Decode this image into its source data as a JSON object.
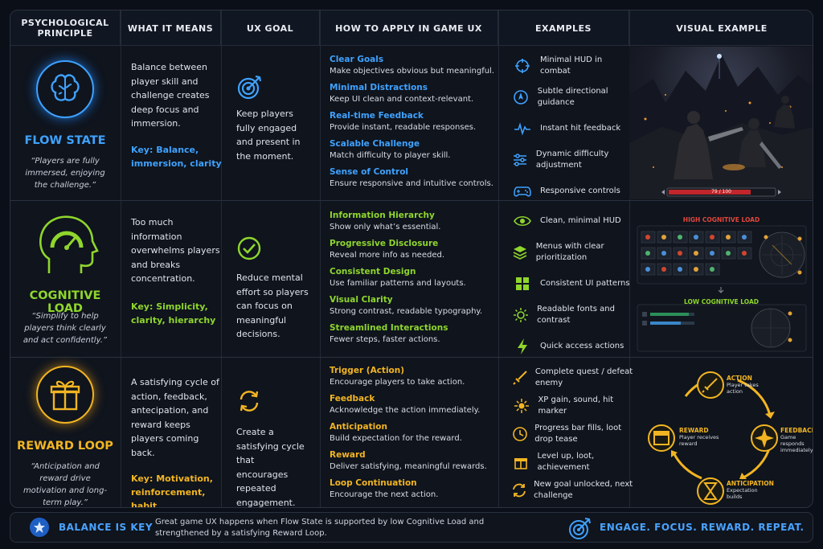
{
  "headers": [
    "PSYCHOLOGICAL\nPRINCIPLE",
    "WHAT IT MEANS",
    "UX GOAL",
    "HOW TO APPLY IN GAME UX",
    "EXAMPLES",
    "VISUAL EXAMPLE"
  ],
  "colors": {
    "blue": "#3fa2ff",
    "green": "#8fd62c",
    "gold": "#f2b522",
    "background": "#0b0f17"
  },
  "rows": [
    {
      "name": "FLOW STATE",
      "icon": "brain-icon",
      "quote": "“Players are fully immersed, enjoying the challenge.”",
      "meaning": "Balance between player skill and challenge creates deep focus and immersion.",
      "key": "Key: Balance, immersion, clarity",
      "goal_icon": "target-icon",
      "goal": "Keep players fully engaged and present in the moment.",
      "apply": [
        {
          "title": "Clear Goals",
          "desc": "Make objectives obvious but meaningful."
        },
        {
          "title": "Minimal Distractions",
          "desc": "Keep UI clean and context-relevant."
        },
        {
          "title": "Real-time Feedback",
          "desc": "Provide instant, readable responses."
        },
        {
          "title": "Scalable Challenge",
          "desc": "Match difficulty to player skill."
        },
        {
          "title": "Sense of Control",
          "desc": "Ensure responsive and intuitive controls."
        }
      ],
      "examples": [
        {
          "icon": "crosshair-icon",
          "text": "Minimal HUD in combat"
        },
        {
          "icon": "compass-icon",
          "text": "Subtle directional guidance"
        },
        {
          "icon": "pulse-icon",
          "text": "Instant hit feedback"
        },
        {
          "icon": "sliders-icon",
          "text": "Dynamic difficulty adjustment"
        },
        {
          "icon": "gamepad-icon",
          "text": "Responsive controls"
        }
      ],
      "visual": {
        "health": "79 / 100"
      }
    },
    {
      "name": "COGNITIVE LOAD",
      "icon": "gauge-head-icon",
      "quote": "“Simplify to help players think clearly and act confidently.”",
      "meaning": "Too much information overwhelms players and breaks concentration.",
      "key": "Key: Simplicity, clarity, hierarchy",
      "goal_icon": "check-circle-icon",
      "goal": "Reduce mental effort so players can focus on meaningful decisions.",
      "apply": [
        {
          "title": "Information Hierarchy",
          "desc": "Show only what’s essential."
        },
        {
          "title": "Progressive Disclosure",
          "desc": "Reveal more info as needed."
        },
        {
          "title": "Consistent Design",
          "desc": "Use familiar patterns and layouts."
        },
        {
          "title": "Visual Clarity",
          "desc": "Strong contrast, readable typography."
        },
        {
          "title": "Streamlined Interactions",
          "desc": "Fewer steps, faster actions."
        }
      ],
      "examples": [
        {
          "icon": "eye-icon",
          "text": "Clean, minimal HUD"
        },
        {
          "icon": "layers-icon",
          "text": "Menus with clear prioritization"
        },
        {
          "icon": "grid-icon",
          "text": "Consistent UI patterns"
        },
        {
          "icon": "sun-icon",
          "text": "Readable fonts and contrast"
        },
        {
          "icon": "bolt-icon",
          "text": "Quick access actions"
        }
      ],
      "visual": {
        "high": "HIGH COGNITIVE LOAD",
        "low": "LOW COGNITIVE LOAD"
      }
    },
    {
      "name": "REWARD LOOP",
      "icon": "gift-icon",
      "quote": "“Anticipation and reward drive motivation and long-term play.”",
      "meaning": "A satisfying cycle of action, feedback, antecipation, and reward keeps players coming back.",
      "key": "Key: Motivation, reinforcement, habit",
      "goal_icon": "loop-icon",
      "goal": "Create a satisfying cycle that encourages repeated engagement.",
      "apply": [
        {
          "title": "Trigger (Action)",
          "desc": "Encourage players to take action."
        },
        {
          "title": "Feedback",
          "desc": "Acknowledge the action immediately."
        },
        {
          "title": "Anticipation",
          "desc": "Build expectation for the reward."
        },
        {
          "title": "Reward",
          "desc": "Deliver satisfying, meaningful rewards."
        },
        {
          "title": "Loop Continuation",
          "desc": "Encourage the next action."
        }
      ],
      "examples": [
        {
          "icon": "sword-icon",
          "text": "Complete quest / defeat enemy"
        },
        {
          "icon": "burst-icon",
          "text": "XP gain, sound, hit marker"
        },
        {
          "icon": "clock-icon",
          "text": "Progress bar fills, loot drop tease"
        },
        {
          "icon": "gift-small-icon",
          "text": "Level up, loot, achievement"
        },
        {
          "icon": "refresh-icon",
          "text": "New goal unlocked, next challenge"
        }
      ],
      "visual": {
        "action_t": "ACTION",
        "action_d": "Player takes action",
        "feedback_t": "FEEDBACK",
        "feedback_d": "Game responds immediately",
        "anticipation_t": "ANTICIPATION",
        "anticipation_d": "Expectation builds",
        "reward_t": "REWARD",
        "reward_d": "Player receives reward"
      }
    }
  ],
  "footer": {
    "left": "BALANCE IS KEY",
    "middle": "Great game UX happens when Flow State is supported by low Cognitive Load and strengthened by a satisfying Reward Loop.",
    "right": "ENGAGE. FOCUS. REWARD. REPEAT."
  }
}
